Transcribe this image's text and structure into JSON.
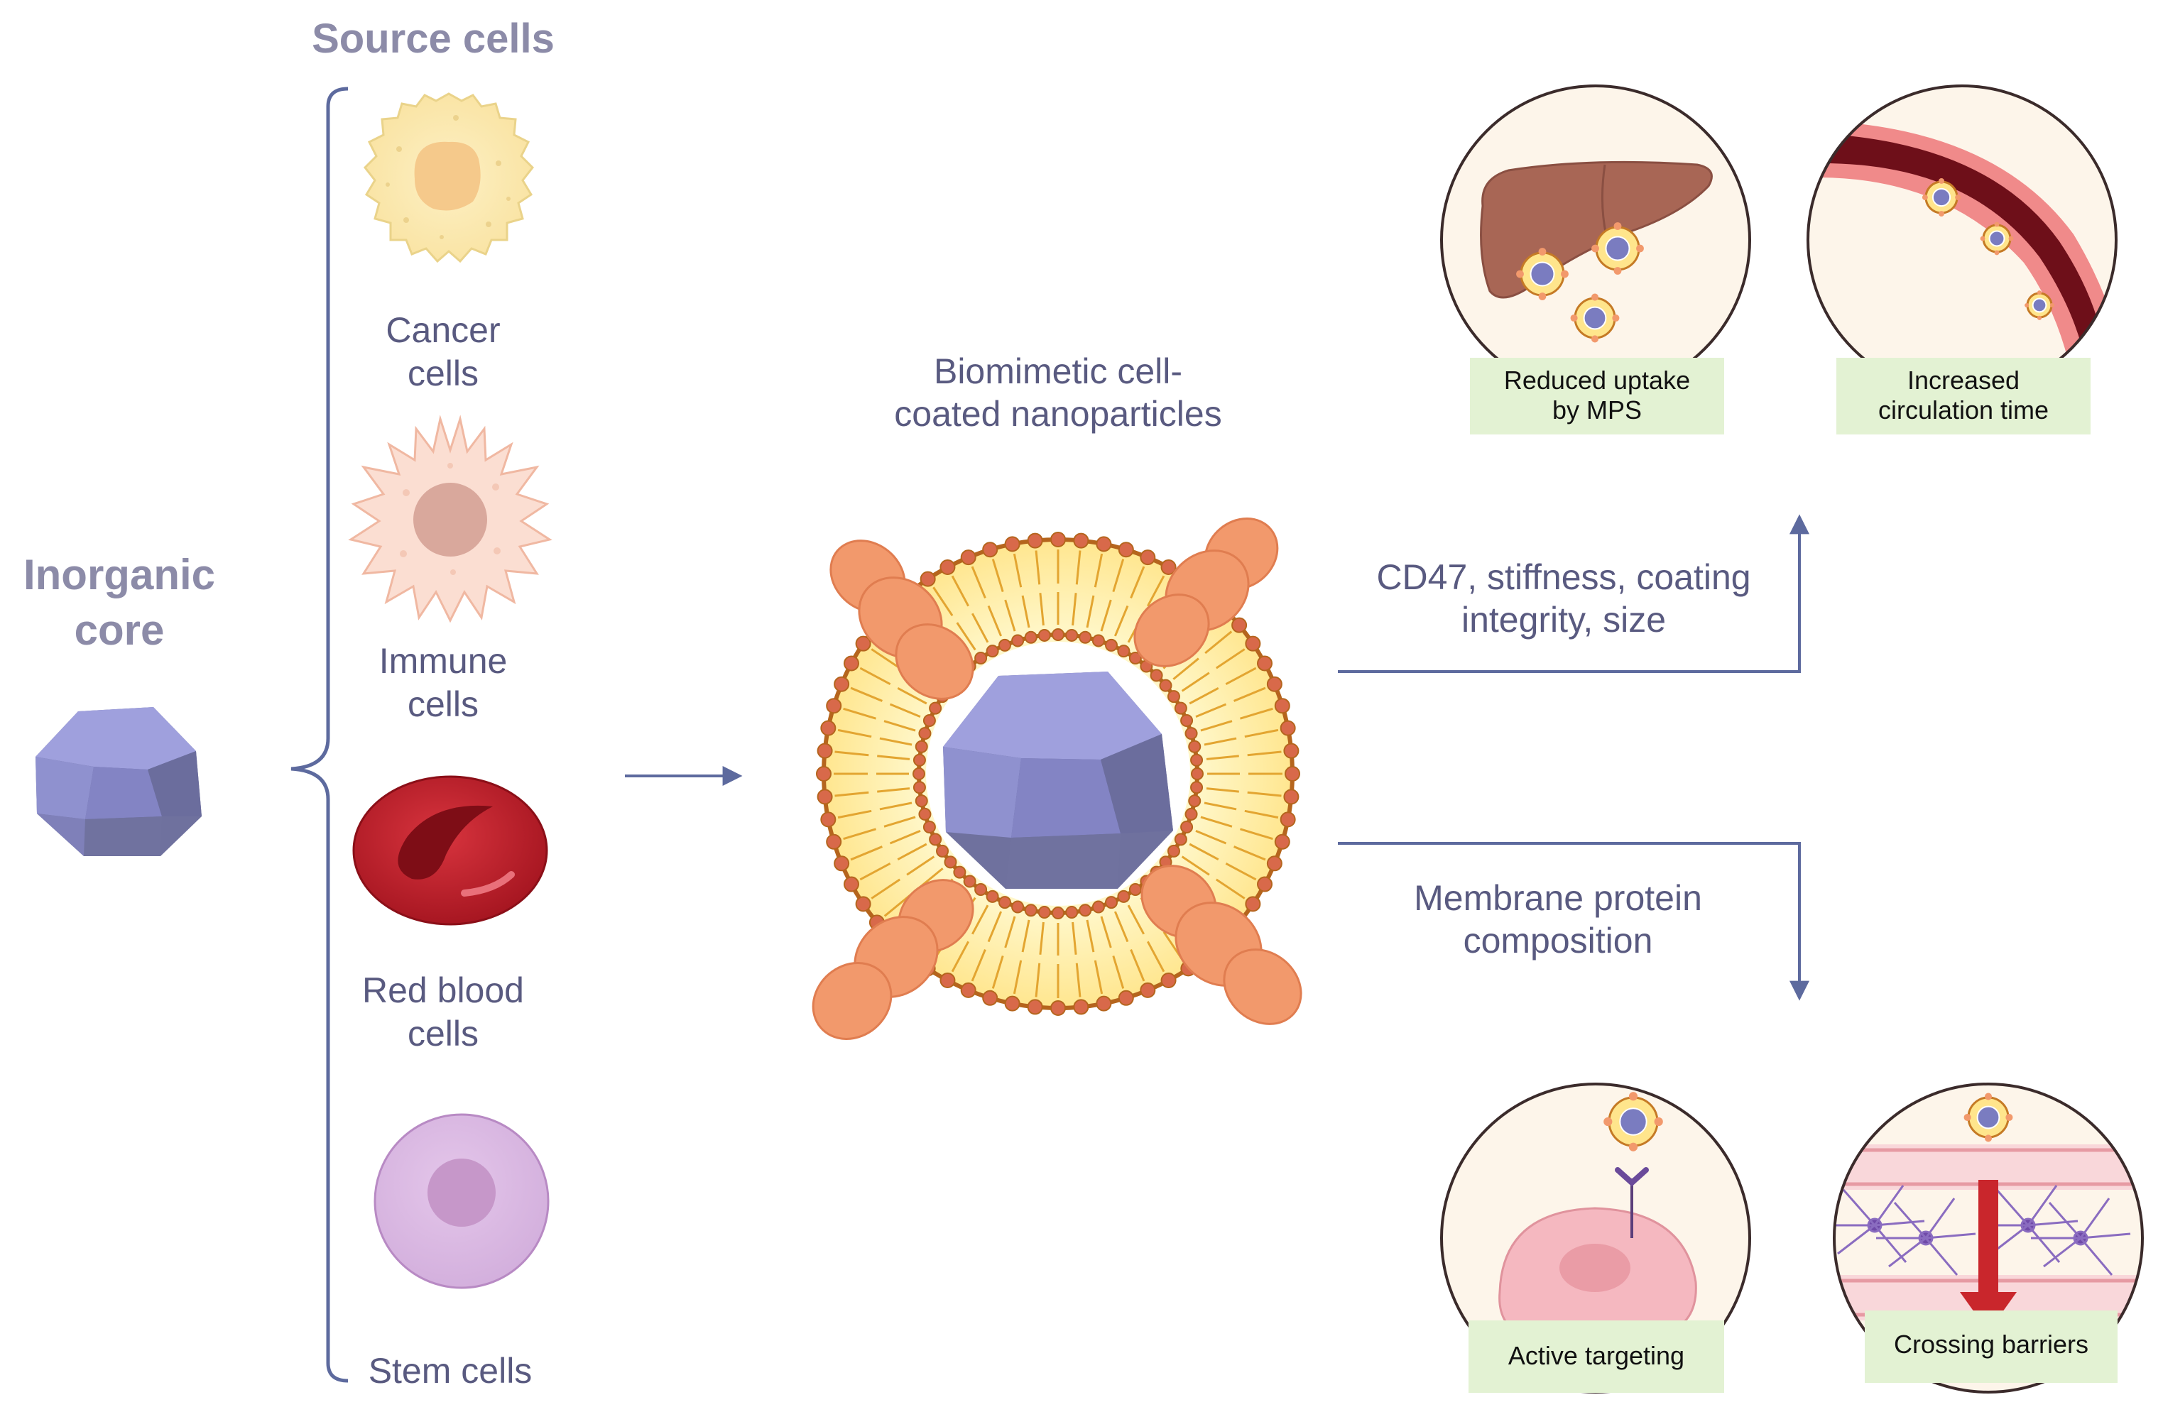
{
  "titles": {
    "source_cells": "Source cells",
    "inorganic_core_line1": "Inorganic",
    "inorganic_core_line2": "core",
    "nanoparticle_line1": "Biomimetic cell-",
    "nanoparticle_line2": "coated nanoparticles"
  },
  "cells": [
    {
      "line1": "Cancer",
      "line2": "cells",
      "icon": "cancer-cell-icon"
    },
    {
      "line1": "Immune",
      "line2": "cells",
      "icon": "immune-cell-icon"
    },
    {
      "line1": "Red blood",
      "line2": "cells",
      "icon": "red-blood-cell-icon"
    },
    {
      "line1": "Stem cells",
      "line2": "",
      "icon": "stem-cell-icon"
    }
  ],
  "factors": {
    "upper_line1": "CD47, stiffness, coating",
    "upper_line2": "integrity, size",
    "lower_line1": "Membrane protein",
    "lower_line2": "composition"
  },
  "outcomes": {
    "mps_line1": "Reduced uptake",
    "mps_line2": "by MPS",
    "circ_line1": "Increased",
    "circ_line2": "circulation time",
    "targeting": "Active targeting",
    "barriers": "Crossing barriers"
  },
  "colors": {
    "text": "#595a80",
    "title": "#8c8ba8",
    "core": "#8486c4",
    "label_box": "#e3f2d3",
    "arrow": "#5d6a9e"
  }
}
